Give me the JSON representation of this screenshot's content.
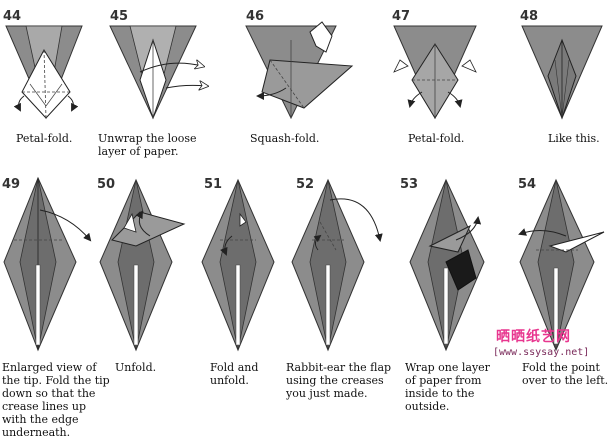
{
  "steps": [
    {
      "num": "44",
      "caption": "Petal-fold."
    },
    {
      "num": "45",
      "caption": "Unwrap the loose\nlayer of paper."
    },
    {
      "num": "46",
      "caption": "Squash-fold."
    },
    {
      "num": "47",
      "caption": "Petal-fold."
    },
    {
      "num": "48",
      "caption": "Like this."
    },
    {
      "num": "49",
      "caption": "Enlarged view of\nthe tip. Fold the tip\ndown so that the\ncrease lines up\nwith the edge\nunderneath."
    },
    {
      "num": "50",
      "caption": "Unfold."
    },
    {
      "num": "51",
      "caption": "Fold and\nunfold."
    },
    {
      "num": "52",
      "caption": "Rabbit-ear the flap\nusing the creases\nyou just made."
    },
    {
      "num": "53",
      "caption": "Wrap one layer\nof paper from\ninside to the\noutside."
    },
    {
      "num": "54",
      "caption": "Fold the point\nover to the left."
    }
  ],
  "watermark": {
    "title": "晒晒纸艺网",
    "url": "[www.ssysay.net]"
  },
  "colors": {
    "paper": "#8c8c8c",
    "paper_dark": "#555555",
    "paper_light": "#bdbdbd",
    "white_face": "#ffffff",
    "watermark_pink": "#e8368f"
  }
}
